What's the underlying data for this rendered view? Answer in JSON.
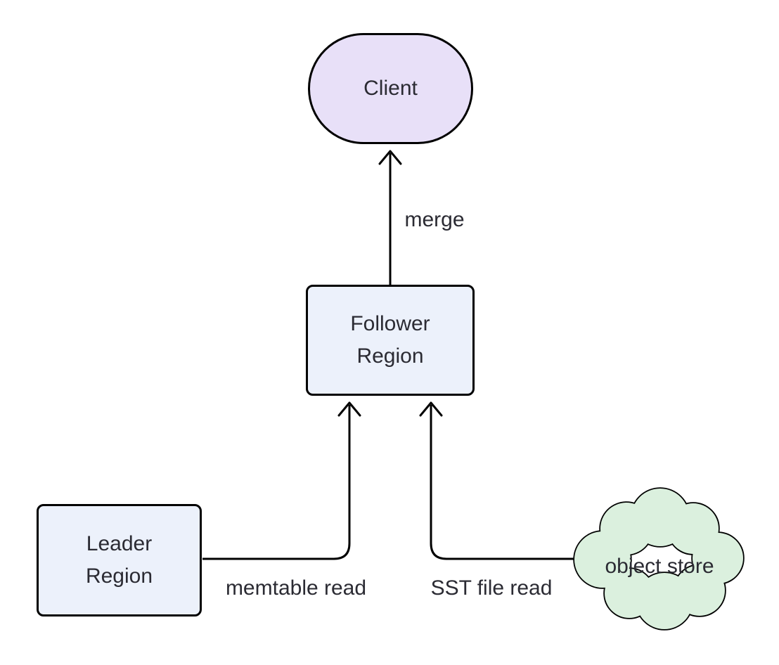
{
  "diagram": {
    "background": "#ffffff",
    "stroke": "#000000",
    "text_color": "#2b2b33",
    "nodes": {
      "client": {
        "label": "Client",
        "shape": "stadium",
        "fill": "#e8e0f8"
      },
      "follower": {
        "label": "Follower Region",
        "shape": "rectangle",
        "fill": "#ecf1fb"
      },
      "leader": {
        "label": "Leader Region",
        "shape": "rectangle",
        "fill": "#ecf1fb"
      },
      "object_store": {
        "label": "object store",
        "shape": "cloud",
        "fill": "#dbf0de"
      }
    },
    "edges": [
      {
        "from": "follower",
        "to": "client",
        "label": "merge"
      },
      {
        "from": "leader",
        "to": "follower",
        "label": "memtable read"
      },
      {
        "from": "object_store",
        "to": "follower",
        "label": "SST file read"
      }
    ]
  }
}
